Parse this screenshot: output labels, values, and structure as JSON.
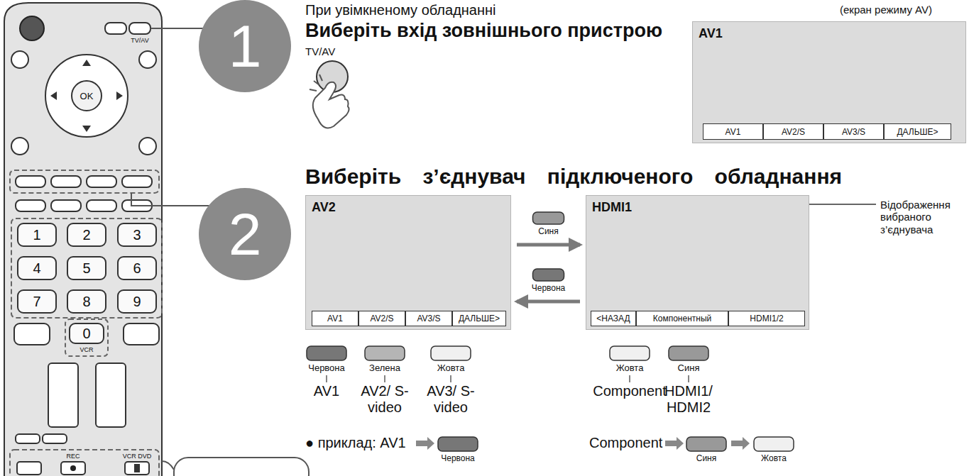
{
  "diagram": {
    "nodes": [
      {
        "text": [
          "OK"
        ]
      },
      {
        "text": [
          "1"
        ]
      },
      {
        "text": [
          "2"
        ]
      },
      {
        "text": [
          "3"
        ]
      },
      {
        "text": [
          "4"
        ]
      },
      {
        "text": [
          "5"
        ]
      },
      {
        "text": [
          "6"
        ]
      },
      {
        "text": [
          "7"
        ]
      },
      {
        "text": [
          "8"
        ]
      },
      {
        "text": [
          "9"
        ]
      },
      {
        "text": [
          "0"
        ]
      },
      {
        "text": [
          "1"
        ]
      },
      {
        "text": [
          "AV1"
        ]
      },
      {
        "text": [
          "AV1"
        ],
        "in": 12
      },
      {
        "text": [
          "AV2/S"
        ],
        "in": 12
      },
      {
        "text": [
          "AV3/S"
        ],
        "in": 12
      },
      {
        "text": [
          "ДАЛЬШЕ>"
        ],
        "in": 12
      },
      {
        "text": [
          "2"
        ]
      },
      {
        "text": [
          "AV2"
        ]
      },
      {
        "text": [
          "AV1"
        ],
        "in": 18
      },
      {
        "text": [
          "AV2/S"
        ],
        "in": 18
      },
      {
        "text": [
          "AV3/S"
        ],
        "in": 18
      },
      {
        "text": [
          "ДАЛЬШЕ>"
        ],
        "in": 18
      },
      {
        "text": [
          "HDMI1"
        ]
      },
      {
        "text": [
          "<НАЗАД"
        ],
        "in": 23
      },
      {
        "text": [
          "Компонентный"
        ],
        "in": 23
      },
      {
        "text": [
          "HDMI1/2"
        ],
        "in": 23
      }
    ],
    "edges": [
      {
        "from": 18,
        "to": 23,
        "label": "Синя",
        "arrow": "to"
      },
      {
        "from": 23,
        "to": 18,
        "label": "Червона",
        "arrow": "to"
      }
    ],
    "labels": [
      "При увімкненому обладнанні",
      "(екран режиму AV)",
      "Виберіть вхід зовнішнього пристрою",
      "TV/AV",
      "Виберіть з’єднувач підключеного обладнання",
      "Відображення вибраного з’єднувача",
      "Червона",
      "AV1",
      "Зелена",
      "AV2/ S-video",
      "Жовта",
      "AV3/ S-video",
      "Жовта",
      "Component",
      "Синя",
      "HDMI1/ HDMI2",
      "● приклад: AV1",
      "Червона",
      "Component",
      "Синя",
      "Жовта",
      "TV/AV",
      "VCR",
      "REC",
      "VCR DVD"
    ]
  }
}
